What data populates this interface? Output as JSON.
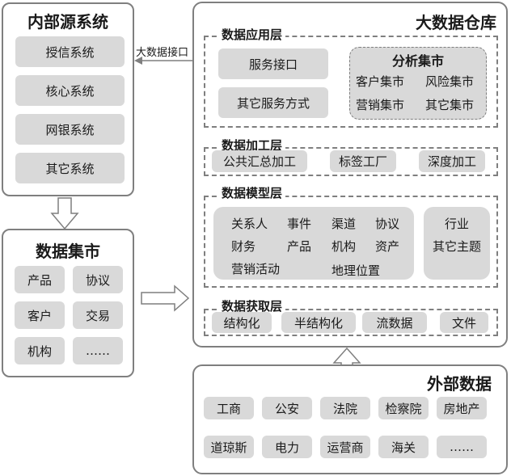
{
  "internal": {
    "title": "内部源系统",
    "items": [
      "授信系统",
      "核心系统",
      "网银系统",
      "其它系统"
    ]
  },
  "mart": {
    "title": "数据集市",
    "items": [
      "产品",
      "协议",
      "客户",
      "交易",
      "机构",
      "……"
    ]
  },
  "warehouse": {
    "title": "大数据仓库",
    "app_layer": {
      "title": "数据应用层",
      "services": [
        "服务接口",
        "其它服务方式"
      ],
      "analysis": {
        "title": "分析集市",
        "items": [
          "客户集市",
          "风险集市",
          "营销集市",
          "其它集市"
        ]
      }
    },
    "process_layer": {
      "title": "数据加工层",
      "items": [
        "公共汇总加工",
        "标签工厂",
        "深度加工"
      ]
    },
    "model_layer": {
      "title": "数据模型层",
      "items": [
        "关系人",
        "事件",
        "渠道",
        "协议",
        "财务",
        "产品",
        "机构",
        "资产",
        "营销活动",
        "地理位置"
      ],
      "side": [
        "行业",
        "其它主题"
      ]
    },
    "acquire_layer": {
      "title": "数据获取层",
      "items": [
        "结构化",
        "半结构化",
        "流数据",
        "文件"
      ]
    }
  },
  "api_label": "大数据接口",
  "external": {
    "title": "外部数据",
    "items": [
      "工商",
      "公安",
      "法院",
      "检察院",
      "房地产",
      "道琼斯",
      "电力",
      "运营商",
      "海关",
      "……"
    ]
  }
}
